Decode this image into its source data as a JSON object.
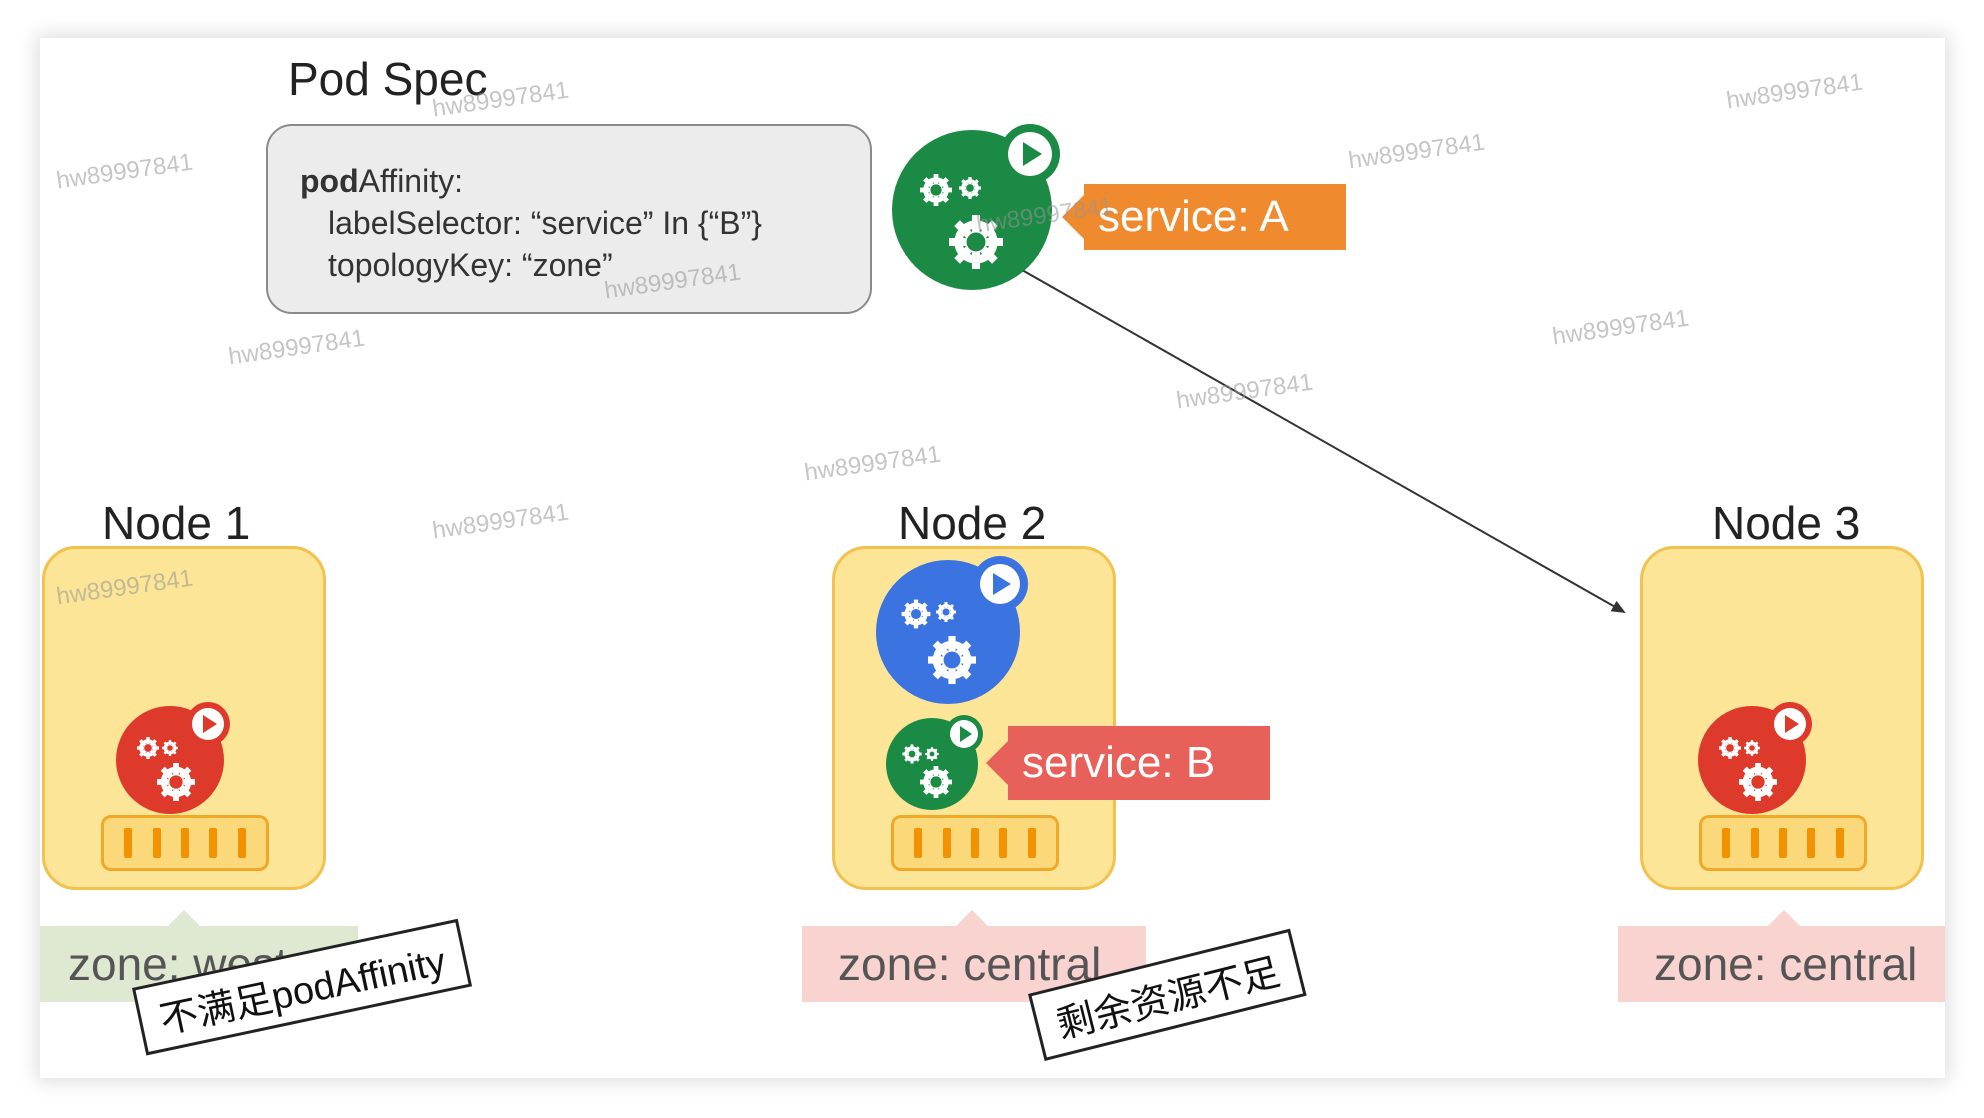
{
  "spec": {
    "title": "Pod Spec",
    "line1_bold": "pod",
    "line1_rest": "Affinity:",
    "line2": "labelSelector: “service” In {“B”}",
    "line3": "topologyKey: “zone”"
  },
  "pods": {
    "service_a_tag": "service: A",
    "service_b_tag": "service: B"
  },
  "nodes": [
    {
      "label": "Node 1",
      "zone": "zone: west",
      "note": "不满足podAffinity"
    },
    {
      "label": "Node 2",
      "zone": "zone: central",
      "note": "剩余资源不足"
    },
    {
      "label": "Node 3",
      "zone": "zone: central"
    }
  ],
  "watermark": "hw89997841",
  "colors": {
    "node_fill": "#fce596",
    "node_border": "#f2c14e",
    "service_a": "#ef8a2e",
    "service_b": "#e8605a",
    "pod_green": "#1a8a44",
    "pod_blue": "#3b73e0",
    "pod_red": "#de3a2c",
    "zone_west": "#dfe9d2",
    "zone_central": "#f8d3d0"
  },
  "icons": [
    "pod-gear-icon",
    "play-badge-icon",
    "rack-icon",
    "arrow-icon"
  ]
}
